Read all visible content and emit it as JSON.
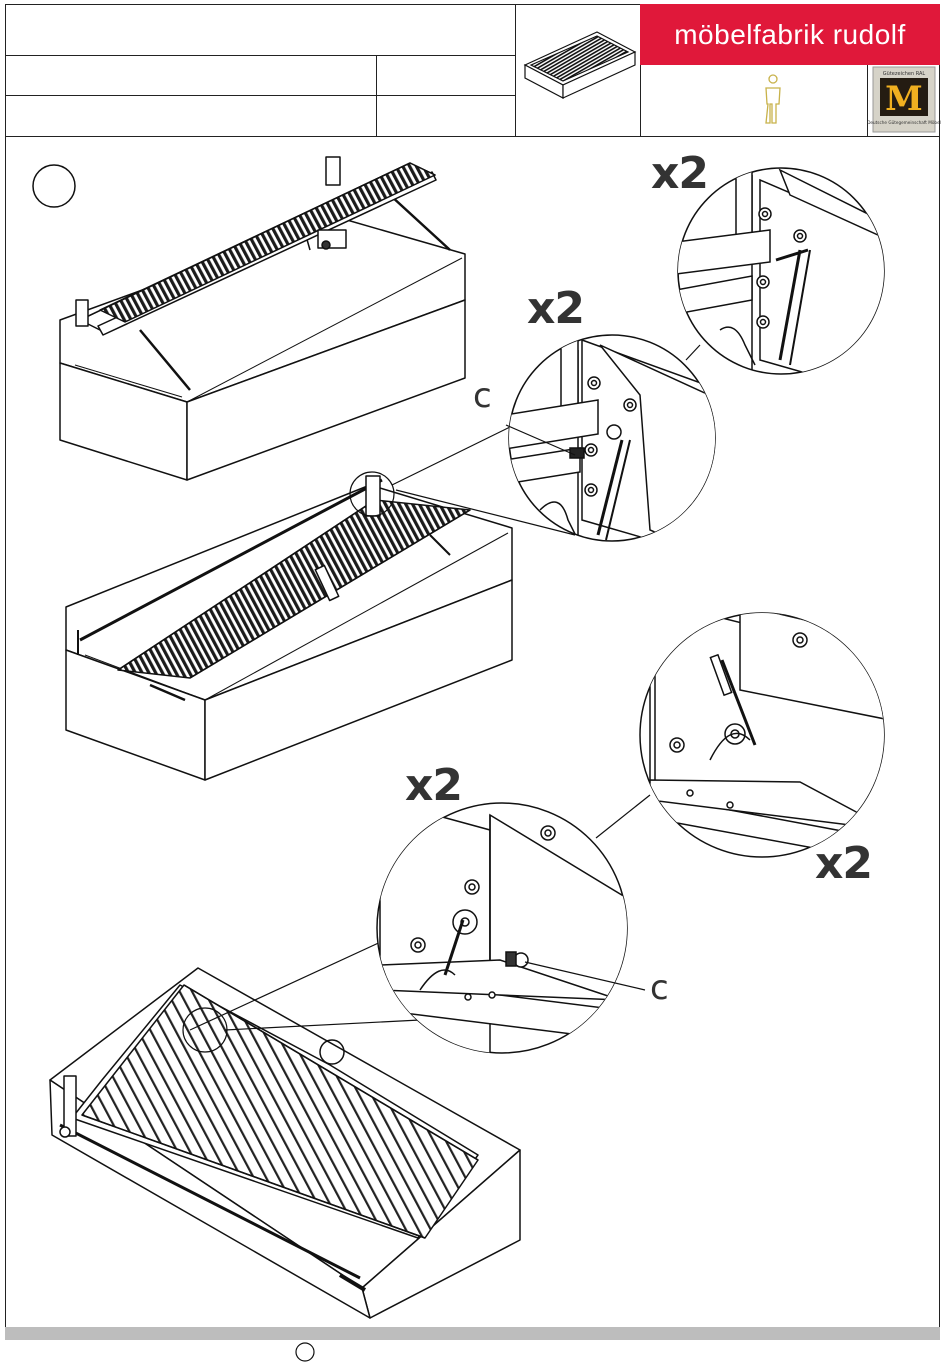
{
  "header": {
    "brand": "möbelfabrik rudolf",
    "ral_mark": "M",
    "ral_caption": "Deutsche Gütegemeinschaft Möbel",
    "ral_top": "Gütezeichen RAL"
  },
  "step": {
    "number": ""
  },
  "callouts": {
    "qty_top_right": "x2",
    "qty_middle": "x2",
    "qty_lower_left": "x2",
    "qty_lower_right": "x2",
    "part_upper": "c",
    "part_lower": "c"
  },
  "footer": {
    "page_number": ""
  }
}
